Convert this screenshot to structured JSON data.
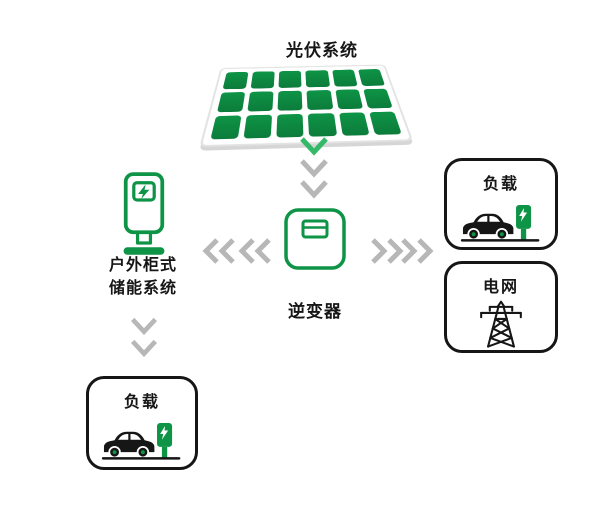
{
  "colors": {
    "green": "#0E9446",
    "light_green": "#33B968",
    "gray": "#B7B7B7",
    "ink": "#161616"
  },
  "nodes": {
    "pv": {
      "label": "光伏系统",
      "icon": "solar-panel-icon"
    },
    "inverter": {
      "label": "逆变器",
      "icon": "inverter-box-icon"
    },
    "storage": {
      "label_line1": "户外柜式",
      "label_line2": "储能系统",
      "icon": "ev-charger-icon"
    },
    "load_bottom": {
      "label": "负载",
      "icon": "car-charging-icon"
    },
    "load_right": {
      "label": "负载",
      "icon": "car-charging-icon"
    },
    "grid": {
      "label": "电网",
      "icon": "power-tower-icon"
    }
  },
  "flows": [
    {
      "from": "pv",
      "to": "inverter",
      "direction": "down",
      "chevrons": 3
    },
    {
      "from": "inverter",
      "to": "storage",
      "direction": "left",
      "chevrons": 4
    },
    {
      "from": "inverter",
      "to": "load_right",
      "direction": "right",
      "chevrons": 4
    },
    {
      "from": "inverter",
      "to": "grid",
      "direction": "right",
      "chevrons": 4
    },
    {
      "from": "storage",
      "to": "load_bottom",
      "direction": "down",
      "chevrons": 2
    }
  ]
}
